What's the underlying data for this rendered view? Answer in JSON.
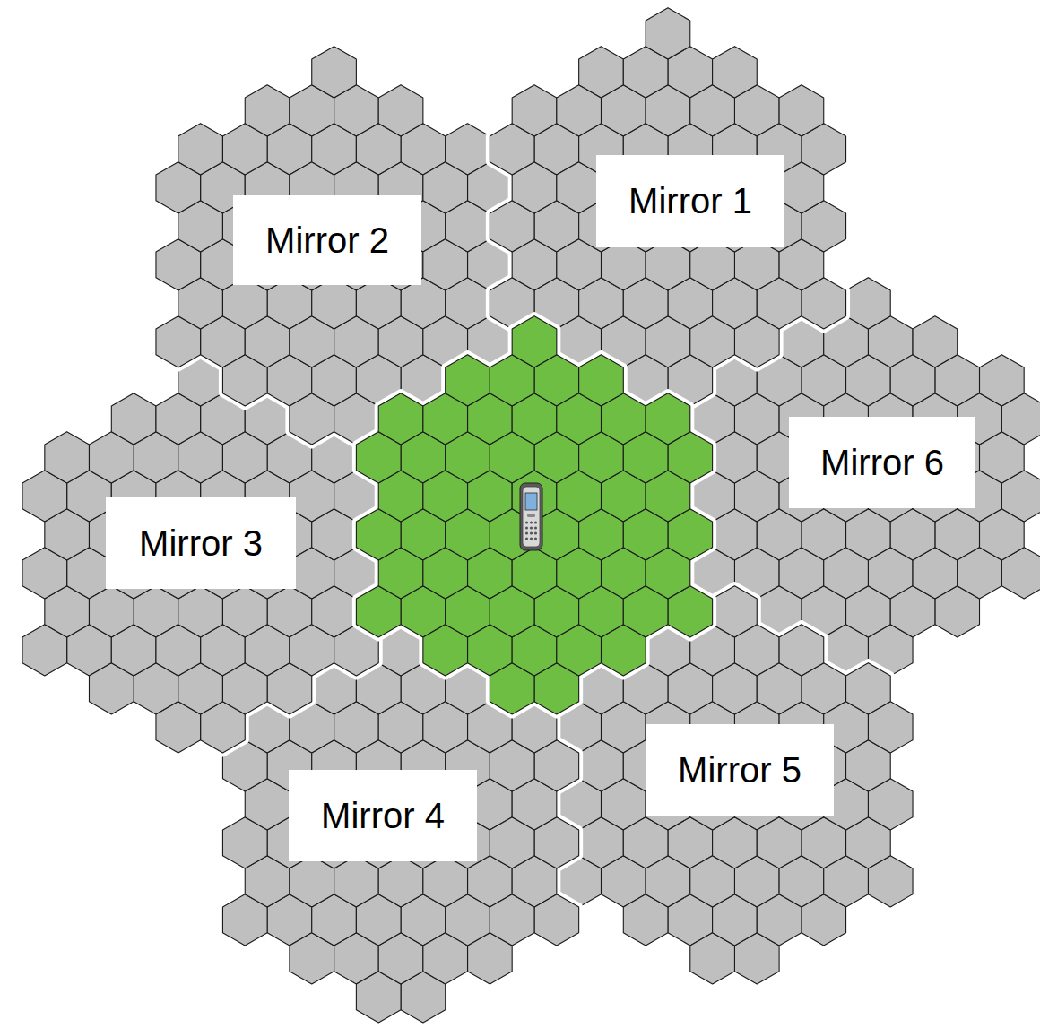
{
  "diagram": {
    "nodes": [
      {
        "text": [
          "Mirror 1"
        ]
      },
      {
        "text": [
          "Mirror 2"
        ]
      },
      {
        "text": [
          "Mirror 6"
        ]
      },
      {
        "text": [
          "Mirror 3"
        ]
      },
      {
        "text": [
          "Mirror 5"
        ]
      },
      {
        "text": [
          "Mirror 4"
        ]
      }
    ]
  }
}
